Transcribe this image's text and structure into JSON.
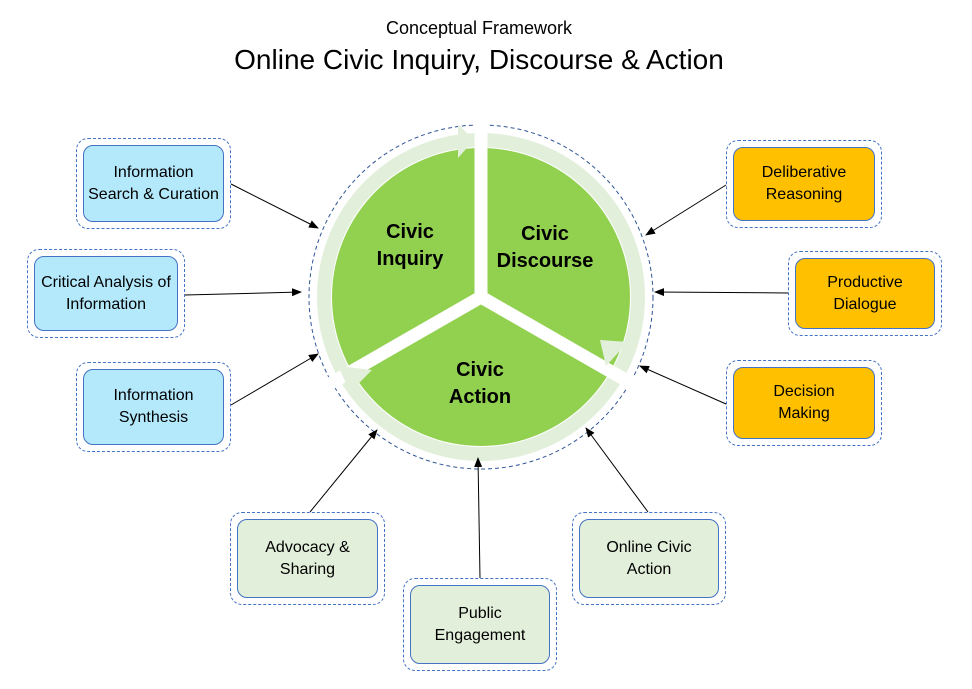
{
  "header": {
    "subtitle": "Conceptual Framework",
    "title": "Online Civic Inquiry, Discourse & Action"
  },
  "cycle": {
    "inquiry": "Civic Inquiry",
    "discourse": "Civic Discourse",
    "action": "Civic Action"
  },
  "colors": {
    "sector": "#92d050",
    "ring": "#e2efda",
    "inquiry_boxes": "#b4e9fc",
    "discourse_boxes": "#ffc000",
    "action_boxes": "#e2efda",
    "border": "#4472c4"
  },
  "inquiry_items": [
    "Information Search & Curation",
    "Critical Analysis of Information",
    "Information Synthesis"
  ],
  "discourse_items": [
    "Deliberative Reasoning",
    "Productive Dialogue",
    "Decision Making"
  ],
  "action_items": [
    "Advocacy & Sharing",
    "Public Engagement",
    "Online Civic Action"
  ]
}
